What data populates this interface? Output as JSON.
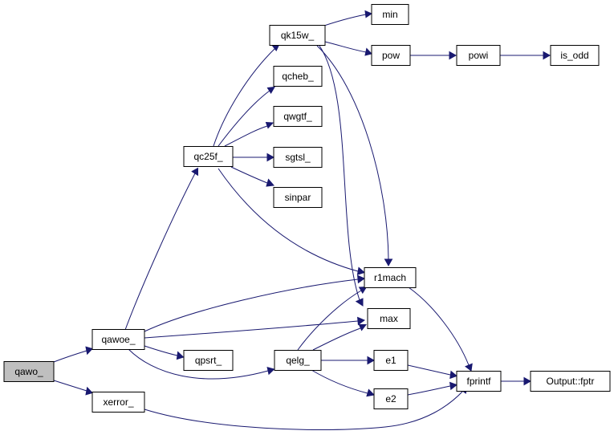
{
  "graph": {
    "nodes": {
      "qawo": "qawo_",
      "qawoe": "qawoe_",
      "xerror": "xerror_",
      "qc25f": "qc25f_",
      "qpsrt": "qpsrt_",
      "qelg": "qelg_",
      "qk15w": "qk15w_",
      "qcheb": "qcheb_",
      "qwgtf": "qwgtf_",
      "sgtsl": "sgtsl_",
      "sinpar": "sinpar",
      "r1mach": "r1mach",
      "max": "max",
      "e1": "e1",
      "e2": "e2",
      "min": "min",
      "pow": "pow",
      "powi": "powi",
      "is_odd": "is_odd",
      "fprintf": "fprintf",
      "output_fptr": "Output::fptr"
    },
    "edges": [
      [
        "qawo",
        "qawoe"
      ],
      [
        "qawo",
        "xerror"
      ],
      [
        "qawoe",
        "qc25f"
      ],
      [
        "qawoe",
        "r1mach"
      ],
      [
        "qawoe",
        "max"
      ],
      [
        "qawoe",
        "qpsrt"
      ],
      [
        "qawoe",
        "qelg"
      ],
      [
        "xerror",
        "fprintf"
      ],
      [
        "qc25f",
        "qk15w"
      ],
      [
        "qc25f",
        "qcheb"
      ],
      [
        "qc25f",
        "qwgtf"
      ],
      [
        "qc25f",
        "sgtsl"
      ],
      [
        "qc25f",
        "sinpar"
      ],
      [
        "qc25f",
        "r1mach"
      ],
      [
        "qk15w",
        "min"
      ],
      [
        "qk15w",
        "pow"
      ],
      [
        "qk15w",
        "r1mach"
      ],
      [
        "qk15w",
        "max"
      ],
      [
        "pow",
        "powi"
      ],
      [
        "powi",
        "is_odd"
      ],
      [
        "qelg",
        "r1mach"
      ],
      [
        "qelg",
        "max"
      ],
      [
        "qelg",
        "e1"
      ],
      [
        "qelg",
        "e2"
      ],
      [
        "r1mach",
        "fprintf"
      ],
      [
        "e1",
        "fprintf"
      ],
      [
        "e2",
        "fprintf"
      ],
      [
        "fprintf",
        "output_fptr"
      ]
    ]
  }
}
